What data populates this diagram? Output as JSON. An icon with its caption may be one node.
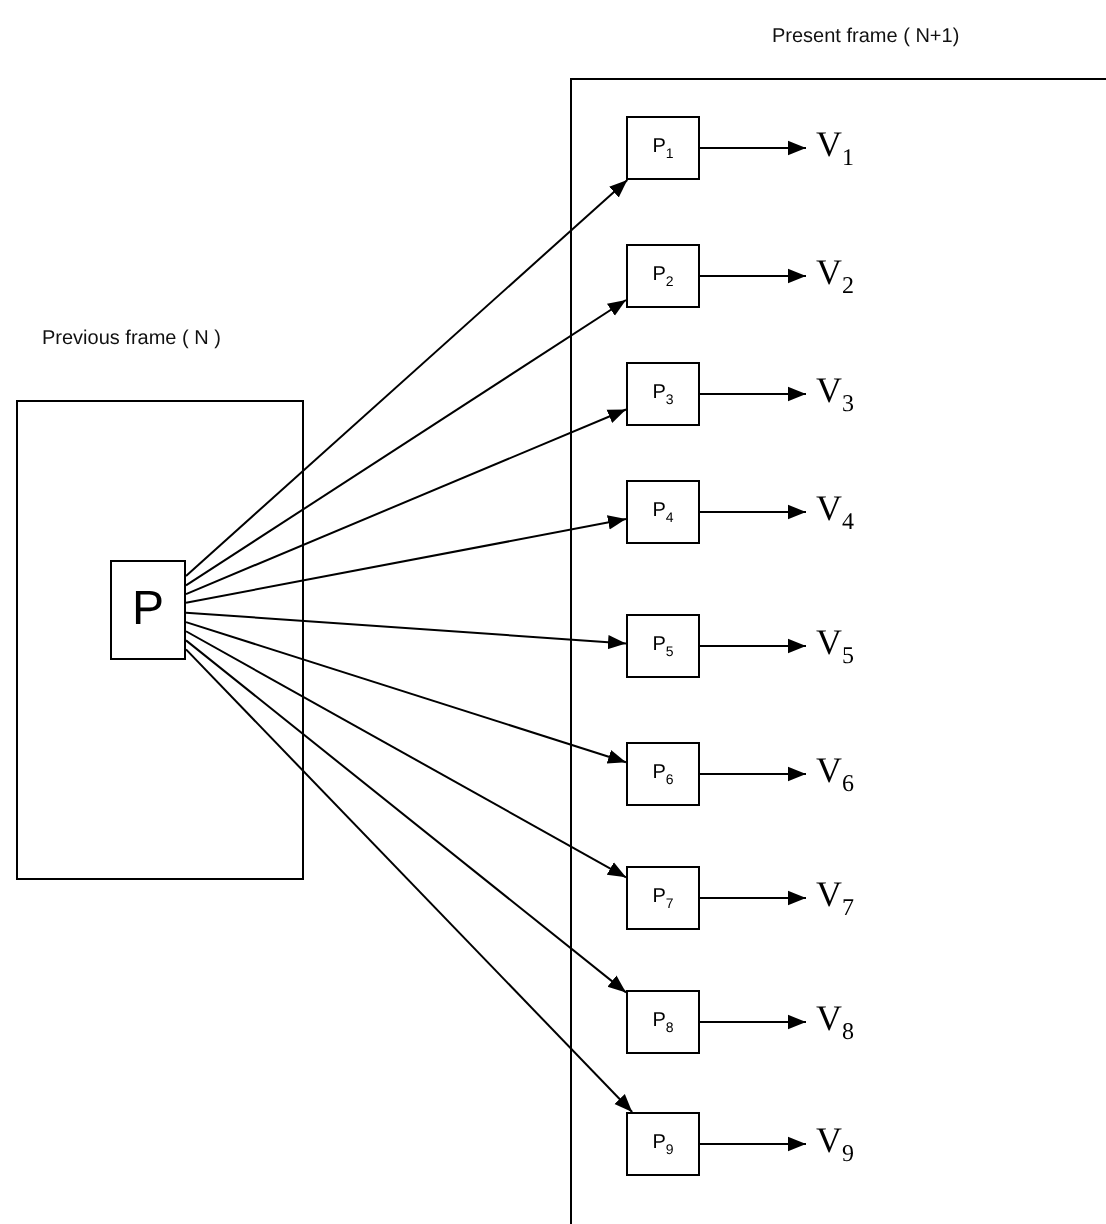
{
  "diagram": {
    "nodes": [
      {
        "text": [
          "Previous frame ( N )"
        ]
      },
      {
        "text": [
          "P"
        ],
        "in": 0
      },
      {
        "text": [
          "Present frame ( N+1)"
        ]
      },
      {
        "text": [
          "P$_{1}$"
        ],
        "in": 2
      },
      {
        "text": [
          "P$_{2}$"
        ],
        "in": 2
      },
      {
        "text": [
          "P$_{3}$"
        ],
        "in": 2
      },
      {
        "text": [
          "P$_{4}$"
        ],
        "in": 2
      },
      {
        "text": [
          "P$_{5}$"
        ],
        "in": 2
      },
      {
        "text": [
          "P$_{6}$"
        ],
        "in": 2
      },
      {
        "text": [
          "P$_{7}$"
        ],
        "in": 2
      },
      {
        "text": [
          "P$_{8}$"
        ],
        "in": 2
      },
      {
        "text": [
          "P$_{9}$"
        ],
        "in": 2
      },
      {
        "text": [
          "V$_{1}$"
        ],
        "in": 2
      },
      {
        "text": [
          "V$_{2}$"
        ],
        "in": 2
      },
      {
        "text": [
          "V$_{3}$"
        ],
        "in": 2
      },
      {
        "text": [
          "V$_{4}$"
        ],
        "in": 2
      },
      {
        "text": [
          "V$_{5}$"
        ],
        "in": 2
      },
      {
        "text": [
          "V$_{6}$"
        ],
        "in": 2
      },
      {
        "text": [
          "V$_{7}$"
        ],
        "in": 2
      },
      {
        "text": [
          "V$_{8}$"
        ],
        "in": 2
      },
      {
        "text": [
          "V$_{9}$"
        ],
        "in": 2
      }
    ],
    "edges": [
      {
        "from": 1,
        "to": 3,
        "arrow": "to"
      },
      {
        "from": 1,
        "to": 4,
        "arrow": "to"
      },
      {
        "from": 1,
        "to": 5,
        "arrow": "to"
      },
      {
        "from": 1,
        "to": 6,
        "arrow": "to"
      },
      {
        "from": 1,
        "to": 7,
        "arrow": "to"
      },
      {
        "from": 1,
        "to": 8,
        "arrow": "to"
      },
      {
        "from": 1,
        "to": 9,
        "arrow": "to"
      },
      {
        "from": 1,
        "to": 10,
        "arrow": "to"
      },
      {
        "from": 1,
        "to": 11,
        "arrow": "to"
      },
      {
        "from": 3,
        "to": 12,
        "arrow": "to"
      },
      {
        "from": 4,
        "to": 13,
        "arrow": "to"
      },
      {
        "from": 5,
        "to": 14,
        "arrow": "to"
      },
      {
        "from": 6,
        "to": 15,
        "arrow": "to"
      },
      {
        "from": 7,
        "to": 16,
        "arrow": "to"
      },
      {
        "from": 8,
        "to": 17,
        "arrow": "to"
      },
      {
        "from": 9,
        "to": 18,
        "arrow": "to"
      },
      {
        "from": 10,
        "to": 19,
        "arrow": "to"
      },
      {
        "from": 11,
        "to": 20,
        "arrow": "to"
      }
    ]
  }
}
